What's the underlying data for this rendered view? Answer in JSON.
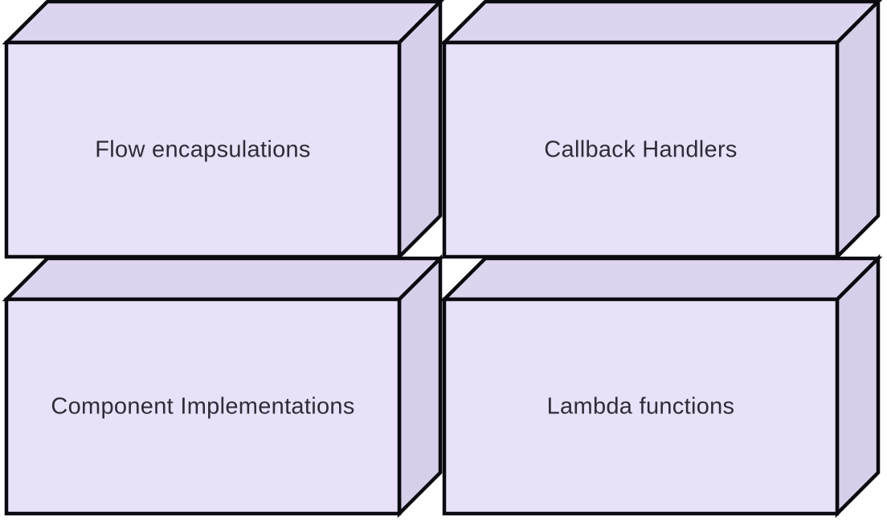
{
  "diagram": {
    "type": "3d-box-diagram",
    "background": "#ffffff",
    "colors": {
      "front_face": "#e8e1f7",
      "top_face": "#ddd5ef",
      "side_face": "#d6cfe9",
      "stroke": "#0a0a10",
      "text": "#2e2c38"
    },
    "nodes": [
      {
        "label": "Flow encapsulations"
      },
      {
        "label": "Callback Handlers"
      },
      {
        "label": "Component Implementations"
      },
      {
        "label": "Lambda functions"
      }
    ]
  }
}
